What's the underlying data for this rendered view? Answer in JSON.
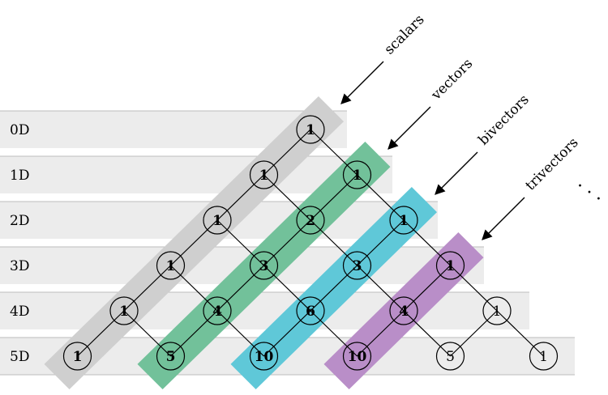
{
  "colors": {
    "row_band": "#ececec",
    "row_line": "#bdbdbd",
    "scalars": "#cfcfcf",
    "vectors": "#72c19a",
    "bivectors": "#5fc8d8",
    "trivectors": "#b98ec8",
    "edge": "#000000",
    "node_fill": "#ffffff"
  },
  "rows": [
    {
      "label": "0D"
    },
    {
      "label": "1D"
    },
    {
      "label": "2D"
    },
    {
      "label": "3D"
    },
    {
      "label": "4D"
    },
    {
      "label": "5D"
    }
  ],
  "triangle": [
    [
      "1"
    ],
    [
      "1",
      "1"
    ],
    [
      "1",
      "2",
      "1"
    ],
    [
      "1",
      "3",
      "3",
      "1"
    ],
    [
      "1",
      "4",
      "6",
      "4",
      "1"
    ],
    [
      "1",
      "5",
      "10",
      "10",
      "5",
      "1"
    ]
  ],
  "grades": [
    {
      "name": "scalars",
      "color_key": "scalars",
      "k": 0
    },
    {
      "name": "vectors",
      "color_key": "vectors",
      "k": 1
    },
    {
      "name": "bivectors",
      "color_key": "bivectors",
      "k": 2
    },
    {
      "name": "trivectors",
      "color_key": "trivectors",
      "k": 3
    }
  ],
  "continuation": ". . ."
}
